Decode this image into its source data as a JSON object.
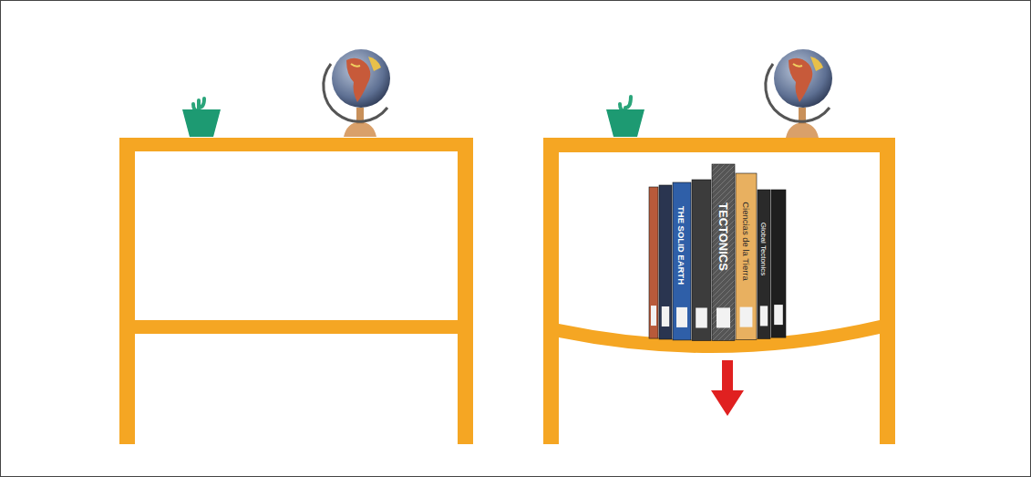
{
  "diagram": {
    "labels": [
      "THE SOLID EARTH",
      "TECTONICS",
      "Ciencias de la Tierra",
      "Global Tectonics"
    ]
  }
}
